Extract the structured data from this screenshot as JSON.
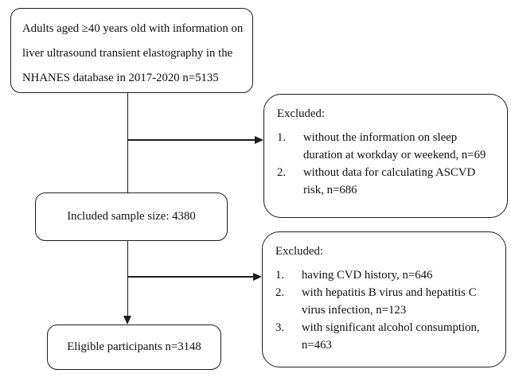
{
  "figure": {
    "background_color": "#ffffff",
    "ink_color": "#1d1d1d",
    "type": "participant-flow-diagram"
  },
  "boxes": {
    "population": {
      "lines": [
        "Adults aged ≥40 years old with information on",
        "liver ultrasound transient elastography in the",
        "NHANES database in 2017-2020 n=5135"
      ]
    },
    "excluded_first": {
      "title": "Excluded:",
      "items": [
        {
          "num": "1.",
          "text": "without the information on sleep duration at workday or weekend, n=69"
        },
        {
          "num": "2.",
          "text": "without data for calculating ASCVD risk, n=686"
        }
      ]
    },
    "included": {
      "label": "Included sample size: 4380"
    },
    "excluded_second": {
      "title": "Excluded:",
      "items": [
        {
          "num": "1.",
          "text": "having CVD history, n=646"
        },
        {
          "num": "2.",
          "text": "with hepatitis B virus and hepatitis C virus infection, n=123"
        },
        {
          "num": "3.",
          "text": "with significant alcohol consumption, n=463"
        }
      ]
    },
    "eligible": {
      "label": "Eligible participants n=3148"
    }
  }
}
